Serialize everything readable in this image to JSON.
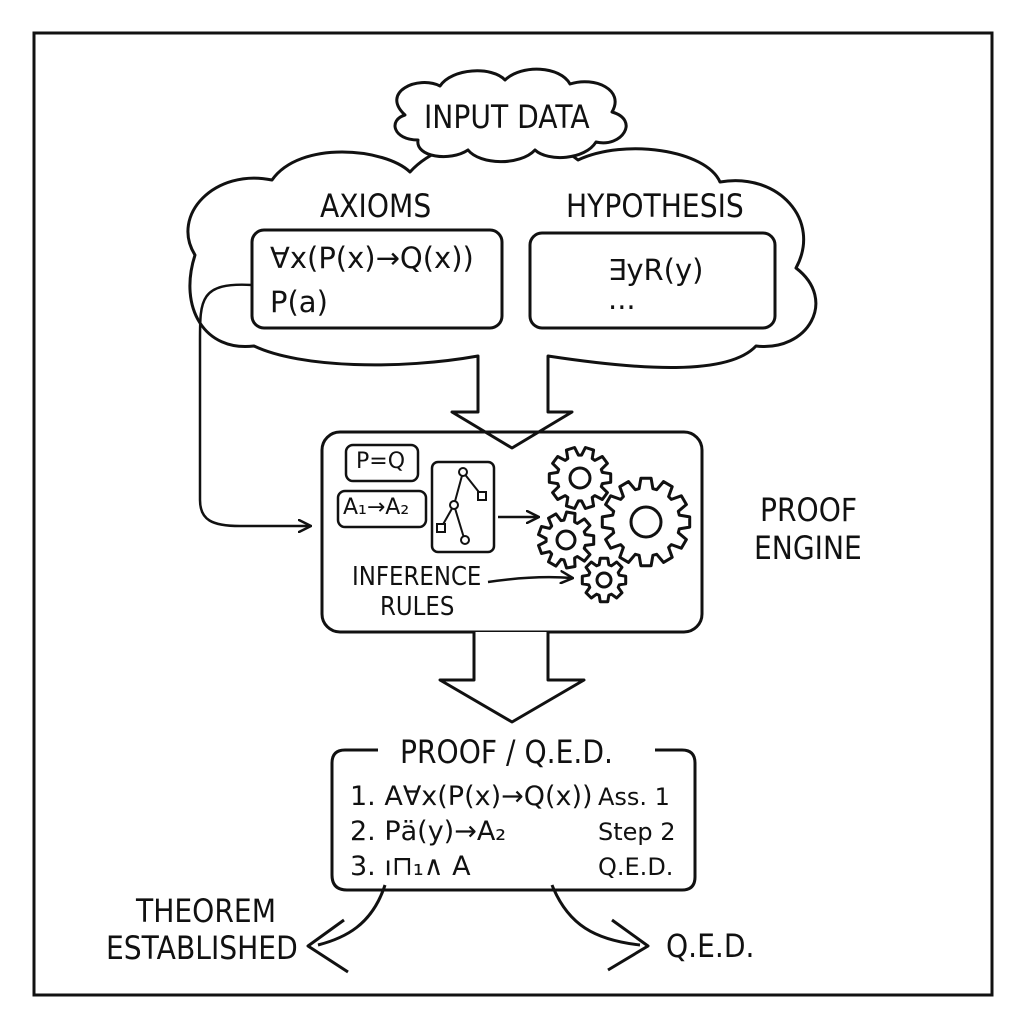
{
  "input": {
    "title": "INPUT DATA"
  },
  "axioms": {
    "title": "AXIOMS",
    "line1": "∀x(P(x)→Q(x))",
    "line2": "P(a)"
  },
  "hypothesis": {
    "title": "HYPOTHESIS",
    "line1": "∃yR(y)",
    "line2": "..."
  },
  "engine": {
    "label_line1": "PROOF",
    "label_line2": "ENGINE",
    "rule_box1": "P=Q",
    "rule_box2": "A₁→A₂",
    "rules_line1": "INFERENCE",
    "rules_line2": "RULES"
  },
  "proof": {
    "title": "PROOF / Q.E.D.",
    "steps": [
      {
        "text": "1. A∀x(P(x)→Q(x))",
        "cite": "Ass. 1"
      },
      {
        "text": "2. Pӓ(y)→A₂",
        "cite": "Step 2"
      },
      {
        "text": "3. ı⊓₁∧ A",
        "cite": "Q.E.D."
      }
    ]
  },
  "outcomes": {
    "left_line1": "THEOREM",
    "left_line2": "ESTABLISHED",
    "right": "Q.E.D."
  }
}
